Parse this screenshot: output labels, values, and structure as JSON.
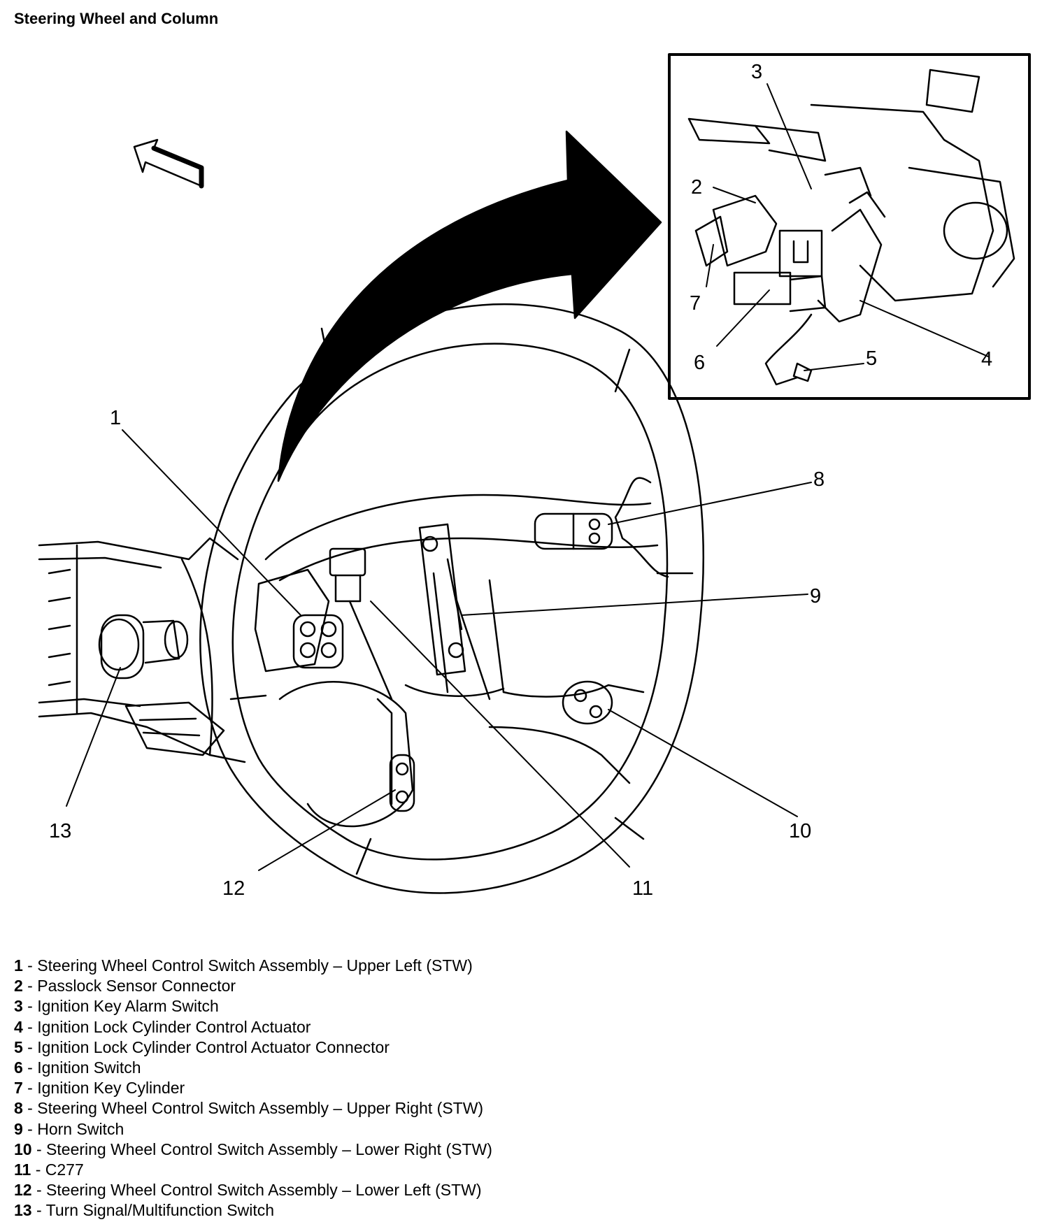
{
  "title": "Steering Wheel and Column",
  "callouts": {
    "c1": "1",
    "c2": "2",
    "c3": "3",
    "c4": "4",
    "c5": "5",
    "c6": "6",
    "c7": "7",
    "c8": "8",
    "c9": "9",
    "c10": "10",
    "c11": "11",
    "c12": "12",
    "c13": "13"
  },
  "legend": [
    {
      "num": "1",
      "text": "Steering Wheel Control Switch Assembly – Upper Left (STW)"
    },
    {
      "num": "2",
      "text": "Passlock Sensor Connector"
    },
    {
      "num": "3",
      "text": "Ignition Key Alarm Switch"
    },
    {
      "num": "4",
      "text": "Ignition Lock Cylinder Control Actuator"
    },
    {
      "num": "5",
      "text": "Ignition Lock Cylinder Control Actuator Connector"
    },
    {
      "num": "6",
      "text": "Ignition Switch"
    },
    {
      "num": "7",
      "text": "Ignition Key Cylinder"
    },
    {
      "num": "8",
      "text": "Steering Wheel Control Switch Assembly – Upper Right (STW)"
    },
    {
      "num": "9",
      "text": "Horn Switch"
    },
    {
      "num": "10",
      "text": "Steering Wheel Control Switch Assembly – Lower Right (STW)"
    },
    {
      "num": "11",
      "text": "C277"
    },
    {
      "num": "12",
      "text": "Steering Wheel Control Switch Assembly – Lower Left (STW)"
    },
    {
      "num": "13",
      "text": "Turn Signal/Multifunction Switch"
    }
  ]
}
